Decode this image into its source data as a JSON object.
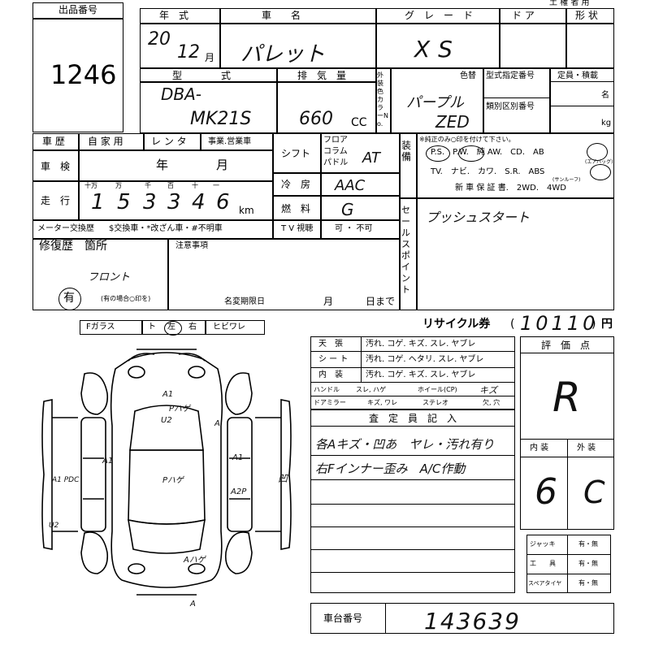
{
  "lot": {
    "label": "出品番号",
    "number": "1246"
  },
  "header": {
    "top_title": "車両状態確認書",
    "owner_label": "土 権 者 用",
    "year_label": "年　式",
    "year_value": "20",
    "month_value": "12",
    "month_unit": "月",
    "car_label": "車　　名",
    "car_value": "パレット",
    "grade_label": "グ　レ　ー　ド",
    "grade_value": "XS",
    "door_label": "ド ア",
    "shape_label": "形 状"
  },
  "model": {
    "label": "型　　　　式",
    "value1": "DBA-",
    "value2": "MK21S",
    "displacement_label": "排　気　量",
    "displacement_value": "660",
    "displacement_unit": "CC",
    "exterior_color_label": "外装色カラーNo.",
    "color_change_label": "色替",
    "color_value": "パープル",
    "color_code": "ZED",
    "type_designation_label": "型式指定番号",
    "category_label": "類別区別番号",
    "capacity_label": "定員・積載",
    "capacity_unit1": "名",
    "capacity_unit2": "kg"
  },
  "history": {
    "label": "車 歴",
    "private": "自 家 用",
    "rental": "レ ン タ",
    "business": "事業.営業車",
    "inspection_label": "車　検",
    "inspection_year": "年",
    "inspection_month": "月",
    "mileage_label": "走　行",
    "mileage_units": [
      "十万",
      "万",
      "千",
      "百",
      "十",
      "一"
    ],
    "mileage_digits": [
      "1",
      "5",
      "3",
      "3",
      "4",
      "6"
    ],
    "mileage_unit": "km",
    "meter_label": "メーター交換歴",
    "meter_options": "$交換車・*改ざん車・#不明車",
    "tv_label": "T V 視聴",
    "tv_options": "可 ・ 不可"
  },
  "drive": {
    "shift_label": "シフト",
    "shift_options": [
      "フロア",
      "コラム",
      "パドル"
    ],
    "shift_value": "AT",
    "ac_label": "冷　房",
    "ac_value": "AAC",
    "fuel_label": "燃　料",
    "fuel_value": "G"
  },
  "equipment": {
    "label": "装 備",
    "note": "※純正のみ○印を付けて下さい。",
    "line1": "P.S.　P.W.　純 AW.　CD.　AB",
    "ab_note": "(エアバッグ)",
    "line2": "TV.　ナビ.　カワ.　S.R.　ABS",
    "sr_note": "(サンルーフ)",
    "line3": "新 車 保 証 書.　2WD.　4WD"
  },
  "sales_point": {
    "label": "セールスポイント",
    "value": "プッシュスタート"
  },
  "repair": {
    "label": "修復歴　箇所",
    "value": "フロント",
    "circle_mark": "有",
    "note": "(有の場合○印を)",
    "notes_label": "注意事項",
    "name_change_label": "名変期限日",
    "month": "月",
    "day": "日まで"
  },
  "glass": {
    "label": "Fガラス",
    "items": [
      "ト",
      "左",
      "右",
      "ヒビワレ"
    ]
  },
  "recycle": {
    "label": "リサイクル券",
    "amount": "10110",
    "unit": "円"
  },
  "interior": {
    "rows": [
      {
        "label": "天　張",
        "options": "汚れ. コゲ. キズ. スレ. ヤブレ"
      },
      {
        "label": "シ ー ト",
        "options": "汚れ. コゲ. ヘタリ. スレ. ヤブレ"
      },
      {
        "label": "内　装",
        "options": "汚れ. コゲ. キズ. スレ. ヤブレ"
      }
    ],
    "handle_label": "ハンドル",
    "handle_options": "スレ, ハゲ",
    "wheel_label": "ホイール(CP)",
    "wheel_value": "キズ",
    "mirror_label": "ドアミラー",
    "mirror_options": "キズ, ワレ",
    "stereo_label": "ステレオ",
    "stereo_options": "欠, 穴"
  },
  "inspector": {
    "label": "査　定　員　記　入",
    "line1": "各Aキズ・凹あ　ヤレ・汚れ有り",
    "line2": "右Fインナー歪み　A/C作動"
  },
  "rating": {
    "label": "評　価　点",
    "overall": "R",
    "interior_label": "内 装",
    "exterior_label": "外 装",
    "interior_value": "6",
    "exterior_value": "C"
  },
  "tools": {
    "rows": [
      {
        "label": "ジャッキ",
        "value": "有・無"
      },
      {
        "label": "工　　具",
        "value": "有・無"
      },
      {
        "label": "スペアタイヤ",
        "value": "有・無"
      }
    ]
  },
  "chassis": {
    "label": "車台番号",
    "value": "143639"
  },
  "diagram": {
    "marks": [
      "A1",
      "Pハゲ",
      "U2",
      "A",
      "Pハゲ",
      "A1",
      "A2P",
      "A1",
      "A"
    ],
    "side_marks": [
      "A1 PDC",
      "U2",
      "凹"
    ],
    "front_mark": "Aハゲ"
  }
}
